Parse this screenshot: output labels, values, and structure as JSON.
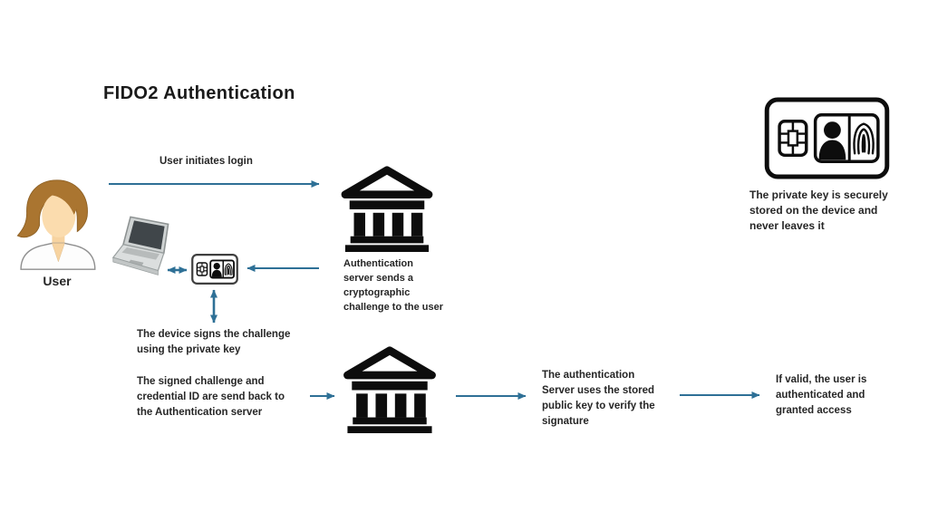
{
  "title": "FIDO2 Authentication",
  "user": {
    "label": "User"
  },
  "labels": {
    "initiate": "User initiates login",
    "challenge": "Authentication\nserver sends a\ncryptographic\nchallenge to the user",
    "sign": "The device signs the challenge\nusing the private key",
    "send_back": "The signed challenge and\ncredential ID are send back to\nthe Authentication server",
    "verify": "The authentication\nServer uses the stored\npublic key to verify the\nsignature",
    "grant": "If valid, the user is\nauthenticated and\ngranted access",
    "private_key": "The private key is securely\nstored on the device and\nnever leaves it"
  },
  "colors": {
    "arrow": "#2e7096",
    "text": "#262626",
    "title": "#1a1a1a",
    "icon": "#0d0d0d"
  },
  "icons": {
    "user": "user-woman-figure",
    "laptop": "laptop-icon",
    "authenticator": "authenticator-card-icon",
    "server": "bank-server-icon",
    "chip": "chip-icon",
    "person": "person-icon",
    "fingerprint": "fingerprint-icon"
  }
}
